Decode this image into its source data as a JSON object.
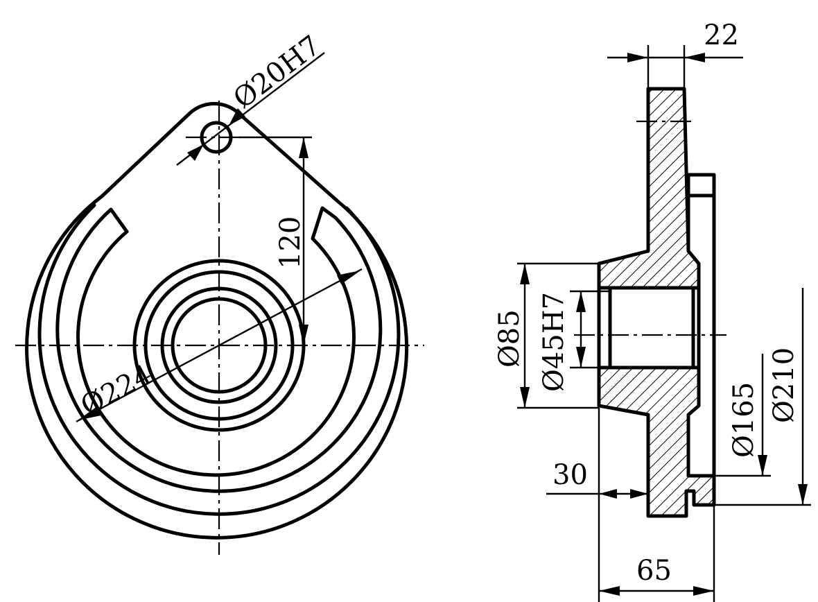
{
  "dimensions": {
    "hole_dia": "Ø20H7",
    "height_120": "120",
    "outer_dia_224": "Ø224",
    "flange_width": "22",
    "bore_85": "Ø85",
    "bore_45": "Ø45H7",
    "dia_165": "Ø165",
    "dia_210": "Ø210",
    "hub_30": "30",
    "total_65": "65"
  },
  "colors": {
    "ink": "#000000",
    "paper": "#ffffff"
  }
}
